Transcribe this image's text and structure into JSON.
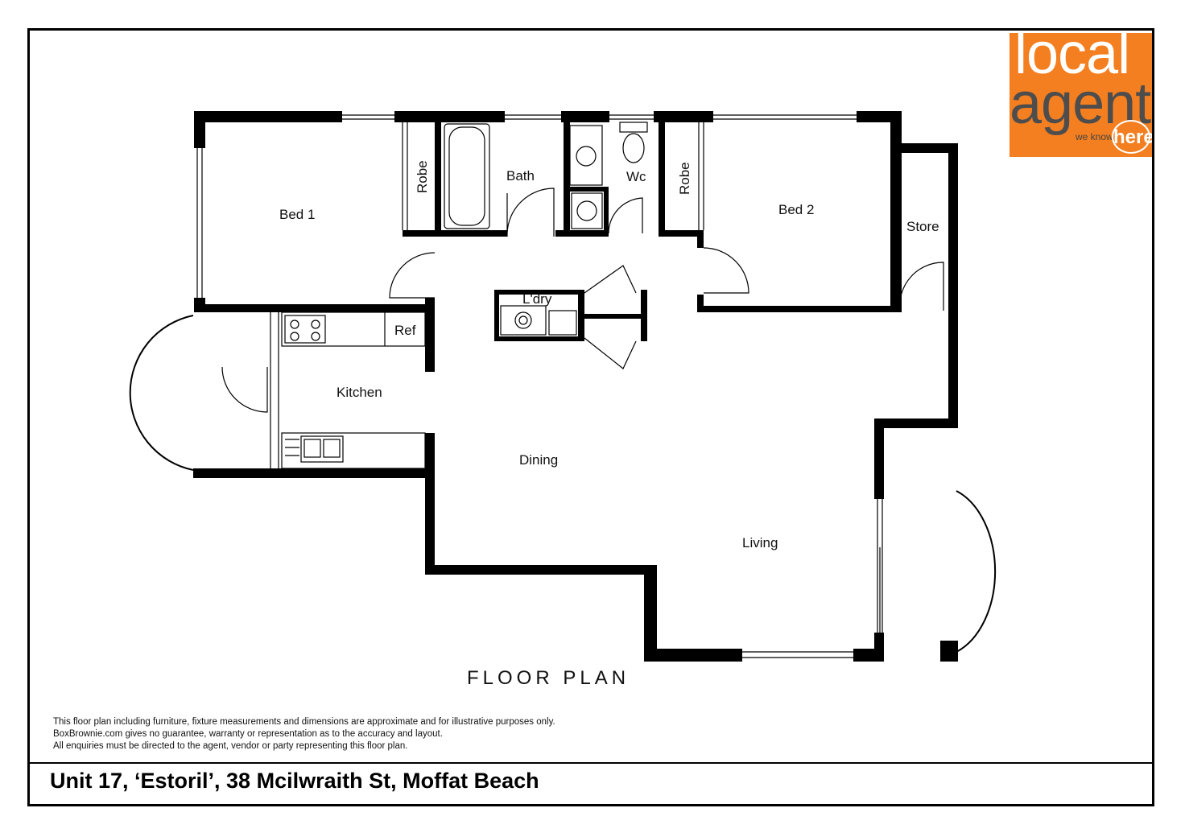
{
  "logo": {
    "line1": "local",
    "line2": "agent",
    "tagline": "we know",
    "badge": "here",
    "brand_color": "#f47f20",
    "text_color": "#4d4d4d"
  },
  "rooms": {
    "bed1": "Bed 1",
    "robe1": "Robe",
    "bath": "Bath",
    "wc": "Wc",
    "robe2": "Robe",
    "bed2": "Bed 2",
    "store": "Store",
    "laundry": "L'dry",
    "ref": "Ref",
    "kitchen": "Kitchen",
    "dining": "Dining",
    "living": "Living"
  },
  "heading": "FLOOR PLAN",
  "disclaimer": [
    "This floor plan including furniture, fixture measurements and dimensions are approximate and for illustrative purposes only.",
    "BoxBrownie.com gives no guarantee, warranty or representation as to the accuracy and layout.",
    "All enquiries must be directed to the agent, vendor or party representing this floor plan."
  ],
  "address": "Unit 17, ‘Estoril’, 38 Mcilwraith St, Moffat Beach"
}
